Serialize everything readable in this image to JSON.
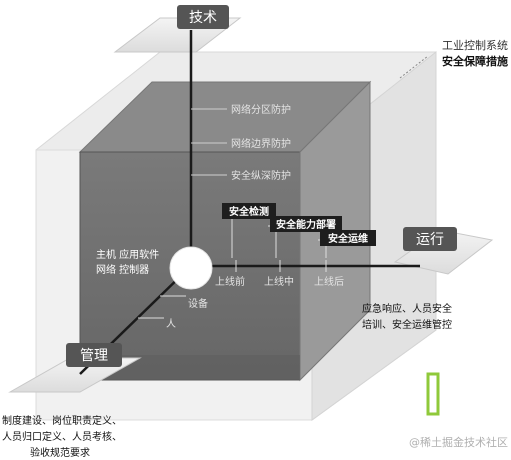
{
  "axes": {
    "tech": "技术",
    "ops": "运行",
    "mgmt": "管理"
  },
  "title": {
    "line1": "工业控制系统",
    "line2": "安全保障措施"
  },
  "tech_levels": [
    "网络分区防护",
    "网络边界防护",
    "安全纵深防护"
  ],
  "phases": [
    "上线前",
    "上线中",
    "上线后"
  ],
  "measures": [
    "安全检测",
    "安全能力部署",
    "安全运维"
  ],
  "objects": {
    "line1": "主机  应用软件",
    "line2": "网络  控制器"
  },
  "mgmt_levels": [
    "设备",
    "人"
  ],
  "ops_desc": {
    "line1": "应急响应、人员安全",
    "line2": "培训、安全运维管控"
  },
  "mgmt_desc": {
    "line1": "制度建设、岗位职责定义、",
    "line2": "人员归口定义、人员考核、",
    "line3": "验收规范要求"
  },
  "watermark": "@稀土掘金技术社区",
  "colors": {
    "cube_front": "#6e6e6e",
    "cube_dark": "#5e5e5e",
    "cube_side": "#aaaaaa",
    "back_frame": "#ececec",
    "accent_green": "#8fc93a"
  }
}
